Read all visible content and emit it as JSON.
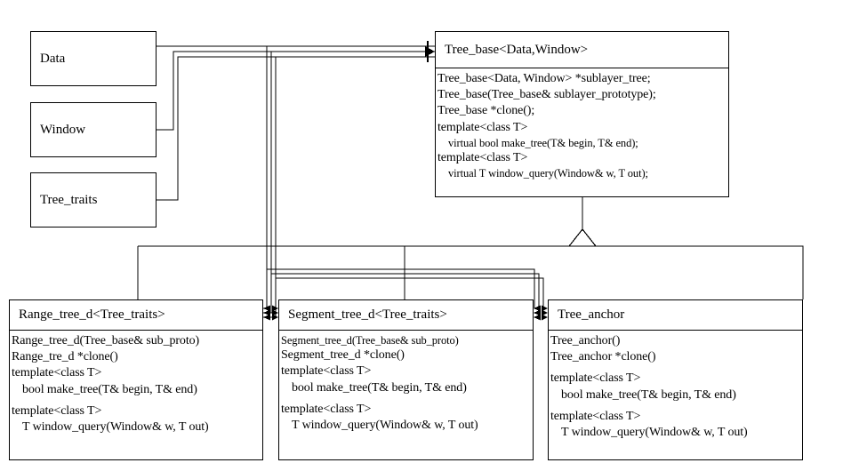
{
  "diagram": {
    "title": "Tree_base class hierarchy diagram",
    "kind": "uml-class-diagram",
    "line_color": "#000000",
    "background_color": "#ffffff"
  },
  "parameter_nodes": [
    {
      "name": "Data",
      "label": "Data"
    },
    {
      "name": "Window",
      "label": "Window"
    },
    {
      "name": "Tree_traits",
      "label": "Tree_traits"
    }
  ],
  "base_class": {
    "title": "Tree_base<Data,Window>",
    "members": [
      {
        "text": "Tree_base<Data, Window> *sublayer_tree;",
        "indent": false,
        "small": false,
        "gap": false
      },
      {
        "text": "Tree_base(Tree_base& sublayer_prototype);",
        "indent": false,
        "small": false,
        "gap": false
      },
      {
        "text": "Tree_base *clone();",
        "indent": false,
        "small": false,
        "gap": false
      },
      {
        "text": "template<class T>",
        "indent": false,
        "small": false,
        "gap": false
      },
      {
        "text": "virtual bool make_tree(T& begin, T& end);",
        "indent": true,
        "small": true,
        "gap": false
      },
      {
        "text": "template<class T>",
        "indent": false,
        "small": false,
        "gap": false
      },
      {
        "text": "virtual T window_query(Window& w, T out);",
        "indent": true,
        "small": true,
        "gap": false
      }
    ]
  },
  "derived_classes": [
    {
      "title": "Range_tree_d<Tree_traits>",
      "members": [
        {
          "text": "Range_tree_d(Tree_base& sub_proto)",
          "indent": false,
          "small": false,
          "gap": false
        },
        {
          "text": "Range_tre_d *clone()",
          "indent": false,
          "small": false,
          "gap": false
        },
        {
          "text": "template<class T>",
          "indent": false,
          "small": false,
          "gap": false
        },
        {
          "text": "bool make_tree(T& begin, T& end)",
          "indent": true,
          "small": false,
          "gap": false
        },
        {
          "text": "template<class T>",
          "indent": false,
          "small": false,
          "gap": true
        },
        {
          "text": "T window_query(Window& w, T out)",
          "indent": true,
          "small": false,
          "gap": false
        }
      ]
    },
    {
      "title": "Segment_tree_d<Tree_traits>",
      "members": [
        {
          "text": "Segment_tree_d(Tree_base& sub_proto)",
          "indent": false,
          "small": true,
          "gap": false
        },
        {
          "text": "Segment_tree_d *clone()",
          "indent": false,
          "small": false,
          "gap": false
        },
        {
          "text": "template<class T>",
          "indent": false,
          "small": false,
          "gap": false
        },
        {
          "text": "bool make_tree(T& begin, T& end)",
          "indent": true,
          "small": false,
          "gap": false
        },
        {
          "text": "template<class T>",
          "indent": false,
          "small": false,
          "gap": true
        },
        {
          "text": "T window_query(Window& w, T out)",
          "indent": true,
          "small": false,
          "gap": false
        }
      ]
    },
    {
      "title": "Tree_anchor",
      "members": [
        {
          "text": "Tree_anchor()",
          "indent": false,
          "small": false,
          "gap": false
        },
        {
          "text": "Tree_anchor *clone()",
          "indent": false,
          "small": false,
          "gap": false
        },
        {
          "text": "template<class T>",
          "indent": false,
          "small": false,
          "gap": true
        },
        {
          "text": "bool make_tree(T& begin, T& end)",
          "indent": true,
          "small": false,
          "gap": false
        },
        {
          "text": "template<class T>",
          "indent": false,
          "small": false,
          "gap": true
        },
        {
          "text": "T window_query(Window& w, T out)",
          "indent": true,
          "small": false,
          "gap": false
        }
      ]
    }
  ],
  "connectors": {
    "binding_arrow_label": "template-binding-arrow",
    "inheritance_label": "inheritance-triangle"
  }
}
